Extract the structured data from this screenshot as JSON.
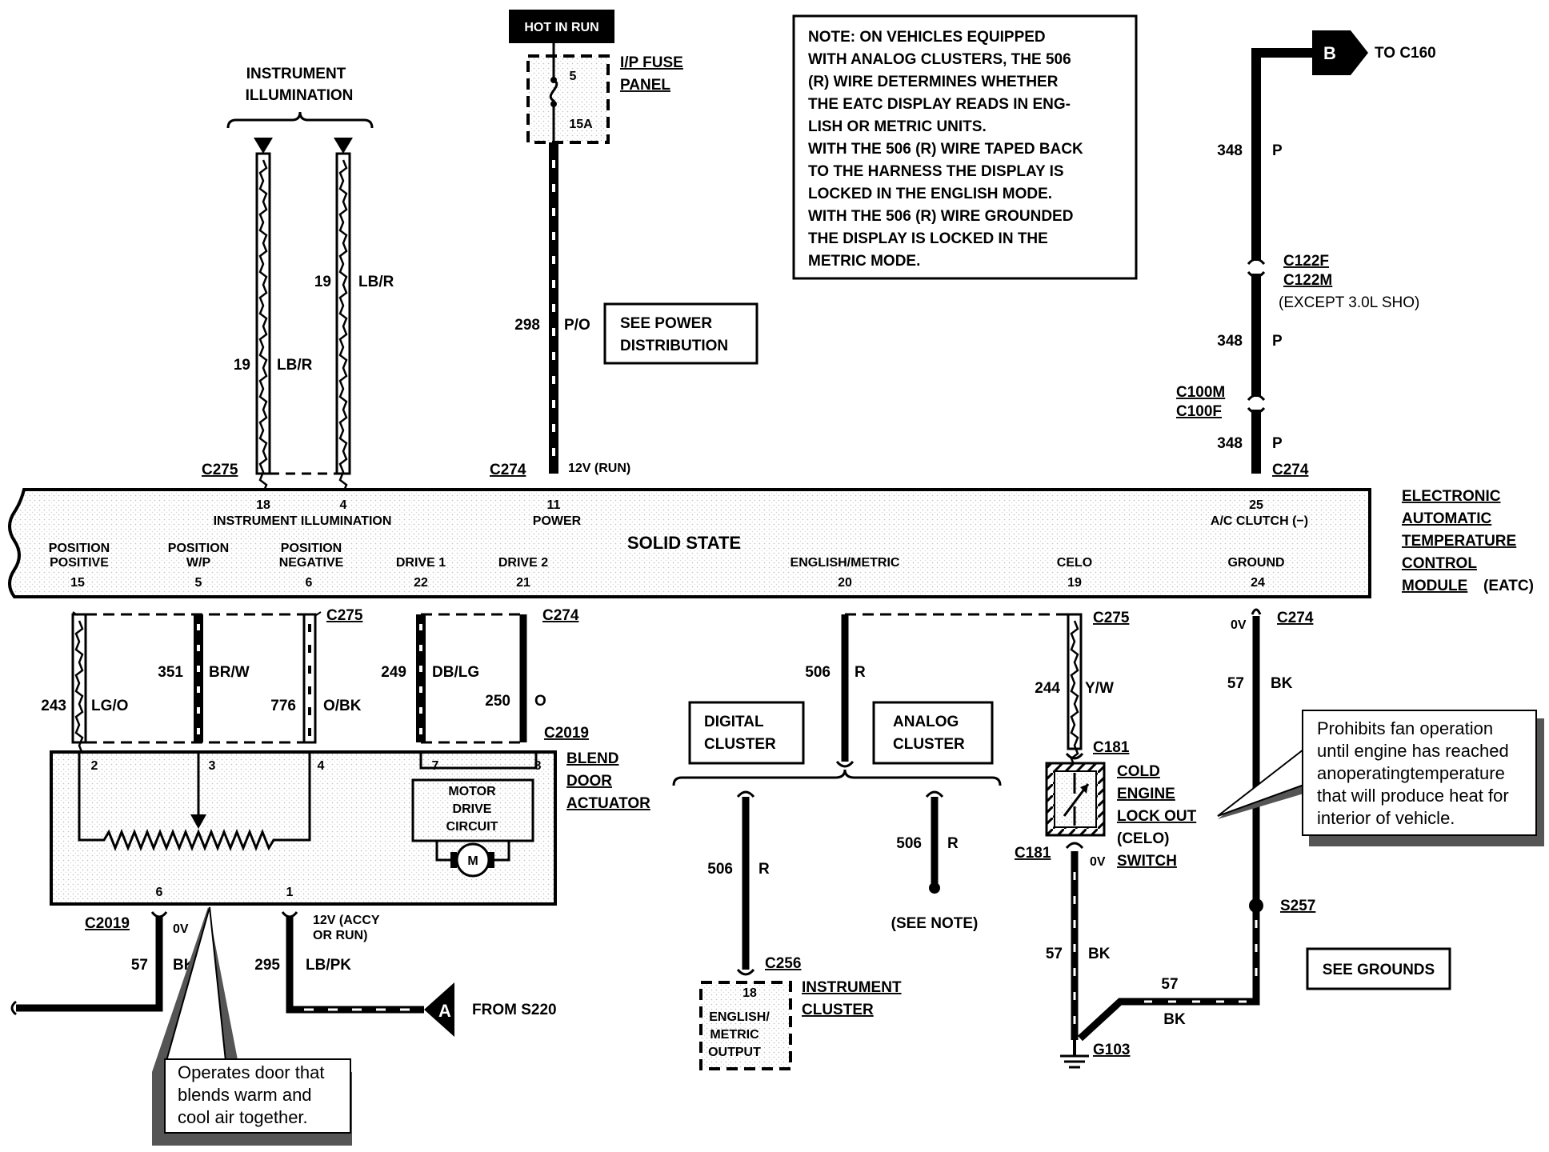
{
  "header": {
    "hot_in_run": "HOT IN RUN",
    "fuse_panel": [
      "I/P FUSE",
      "PANEL"
    ],
    "fuse_num": "5",
    "fuse_amp": "15A",
    "instrument_illumination": [
      "INSTRUMENT",
      "ILLUMINATION"
    ],
    "see_power": [
      "SEE POWER",
      "DISTRIBUTION"
    ],
    "to_c160": "TO C160",
    "b_label": "B"
  },
  "note": {
    "lines": [
      "NOTE: ON VEHICLES EQUIPPED",
      "WITH ANALOG CLUSTERS, THE 506",
      "(R) WIRE DETERMINES WHETHER",
      "THE EATC DISPLAY READS IN ENG-",
      "LISH OR METRIC UNITS.",
      "WITH THE 506 (R) WIRE TAPED BACK",
      "TO THE HARNESS THE DISPLAY IS",
      "LOCKED IN THE ENGLISH MODE.",
      "WITH THE 506 (R) WIRE GROUNDED",
      "THE DISPLAY IS LOCKED IN THE",
      "METRIC MODE."
    ]
  },
  "wires_top": {
    "w19a_num": "19",
    "w19a_color": "LB/R",
    "w19b_num": "19",
    "w19b_color": "LB/R",
    "w298_num": "298",
    "w298_color": "P/O",
    "w348a_num": "348",
    "w348a_color": "P",
    "w348b_num": "348",
    "w348b_color": "P",
    "w348c_num": "348",
    "w348c_color": "P",
    "c122f": "C122F",
    "c122m": "C122M",
    "except": "(EXCEPT 3.0L SHO)",
    "c100m": "C100M",
    "c100f": "C100F",
    "c275_top": "C275",
    "c274_top_mid": "C274",
    "c274_top_right": "C274",
    "v12_run": "12V (RUN)"
  },
  "module": {
    "title": [
      "ELECTRONIC",
      "AUTOMATIC",
      "TEMPERATURE",
      "CONTROL"
    ],
    "title_last": "MODULE",
    "title_suffix": "(EATC)",
    "solid_state": "SOLID STATE",
    "pin18": "18",
    "pin4": "4",
    "pin11": "11",
    "pin25": "25",
    "inst_illum": "INSTRUMENT ILLUMINATION",
    "power": "POWER",
    "ac_clutch": "A/C CLUTCH (−)",
    "pins_bottom": [
      {
        "l1": "POSITION",
        "l2": "POSITIVE",
        "num": "15"
      },
      {
        "l1": "POSITION",
        "l2": "W/P",
        "num": "5"
      },
      {
        "l1": "POSITION",
        "l2": "NEGATIVE",
        "num": "6"
      },
      {
        "l1": "",
        "l2": "DRIVE 1",
        "num": "22"
      },
      {
        "l1": "",
        "l2": "DRIVE 2",
        "num": "21"
      },
      {
        "l1": "",
        "l2": "ENGLISH/METRIC",
        "num": "20"
      },
      {
        "l1": "",
        "l2": "CELO",
        "num": "19"
      },
      {
        "l1": "",
        "l2": "GROUND",
        "num": "24"
      }
    ]
  },
  "wires_bottom": {
    "c275_left": "C275",
    "c274_left": "C274",
    "c275_right": "C275",
    "c274_right": "C274",
    "w243": "243",
    "w243c": "LG/O",
    "w351": "351",
    "w351c": "BR/W",
    "w776": "776",
    "w776c": "O/BK",
    "w249": "249",
    "w249c": "DB/LG",
    "w250": "250",
    "w250c": "O",
    "w506a": "506",
    "w506ac": "R",
    "w244": "244",
    "w244c": "Y/W",
    "w57a": "57",
    "w57ac": "BK",
    "v0_right": "0V",
    "c2019_top": "C2019",
    "c181_top": "C181",
    "c181_bot": "C181"
  },
  "blend": {
    "title": [
      "BLEND",
      "DOOR",
      "ACTUATOR"
    ],
    "pin2": "2",
    "pin3": "3",
    "pin4": "4",
    "pin7": "7",
    "pin8": "8",
    "pin6": "6",
    "pin1": "1",
    "motor": [
      "MOTOR",
      "DRIVE",
      "CIRCUIT"
    ],
    "m": "M",
    "c2019_bot": "C2019",
    "v0": "0V",
    "v12": [
      "12V (ACCY",
      "OR RUN)"
    ],
    "w57": "57",
    "w57c": "BK",
    "w295": "295",
    "w295c": "LB/PK",
    "a_label": "A",
    "from_s220": "FROM S220",
    "callout": [
      "Operates door that",
      "blends  warm  and",
      "cool air together."
    ]
  },
  "clusters": {
    "digital": [
      "DIGITAL",
      "CLUSTER"
    ],
    "analog": [
      "ANALOG",
      "CLUSTER"
    ],
    "w506b": "506",
    "w506bc": "R",
    "w506c": "506",
    "w506cc": "R",
    "see_note": "(SEE NOTE)",
    "c256": "C256",
    "pin18": "18",
    "output": [
      "ENGLISH/",
      "METRIC",
      "OUTPUT"
    ],
    "instrument_cluster": [
      "INSTRUMENT",
      "CLUSTER"
    ]
  },
  "celo": {
    "title": [
      "COLD",
      "ENGINE",
      "LOCK OUT"
    ],
    "title2": [
      "(CELO)",
      "SWITCH"
    ],
    "v0": "0V",
    "w57": "57",
    "w57c": "BK",
    "w57b": "57",
    "w57bc": "BK",
    "g103": "G103",
    "s257": "S257",
    "see_grounds": "SEE GROUNDS",
    "callout": [
      "Prohibits fan   operation",
      "until engine has reached",
      "anoperatingtemperature",
      "that will produce heat for",
      "interior of vehicle."
    ]
  }
}
